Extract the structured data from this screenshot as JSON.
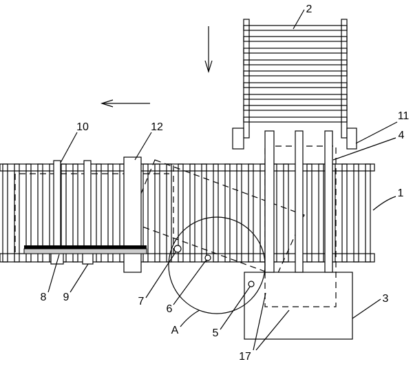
{
  "labels": {
    "rack": "2",
    "conveyor": "1",
    "box": "3",
    "fork": "4",
    "pivot_5": "5",
    "pivot_6": "6",
    "pivot_7": "7",
    "strip": "8",
    "block": "9",
    "bar": "10",
    "side_block": "11",
    "post": "12",
    "hidden_outline": "17",
    "detail": "A"
  },
  "icons": {
    "feed_arrow": "arrow-down-icon",
    "travel_arrow": "arrow-left-icon"
  }
}
